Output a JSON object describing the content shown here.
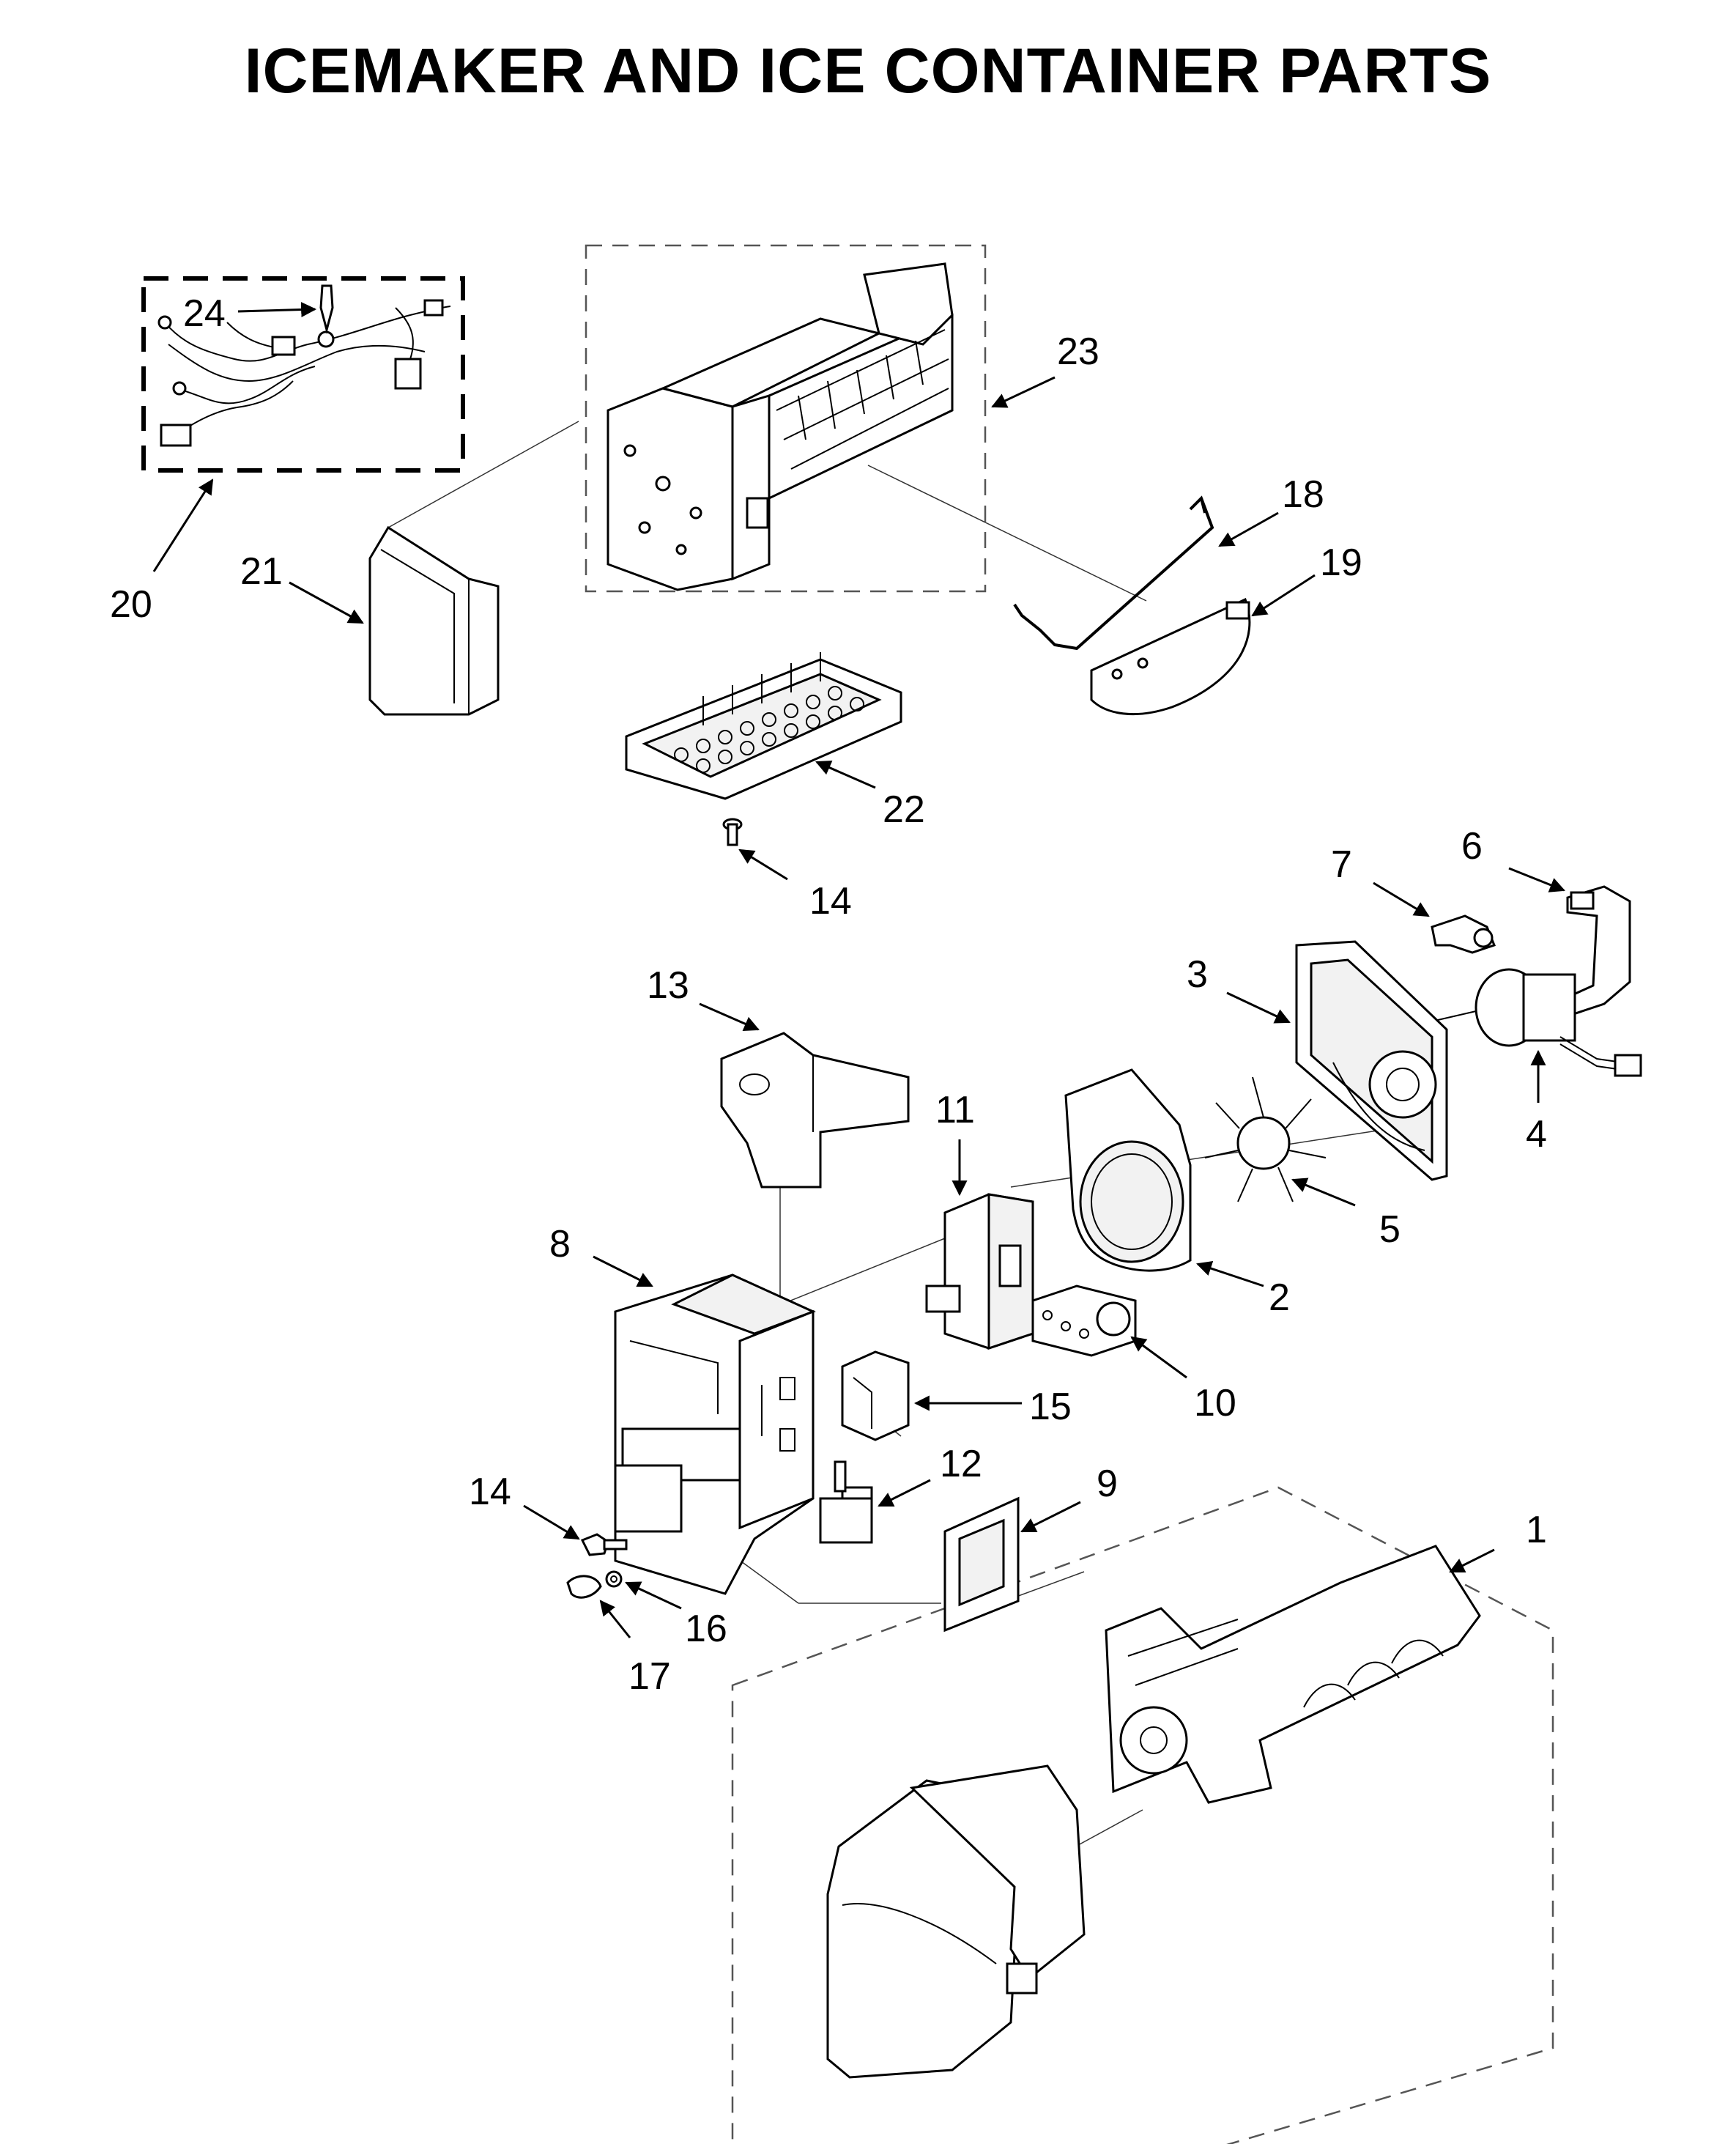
{
  "title": "ICEMAKER AND ICE CONTAINER PARTS",
  "callouts": [
    {
      "id": "c1",
      "label": "1"
    },
    {
      "id": "c2",
      "label": "2"
    },
    {
      "id": "c3",
      "label": "3"
    },
    {
      "id": "c4",
      "label": "4"
    },
    {
      "id": "c5",
      "label": "5"
    },
    {
      "id": "c6",
      "label": "6"
    },
    {
      "id": "c7",
      "label": "7"
    },
    {
      "id": "c8",
      "label": "8"
    },
    {
      "id": "c9",
      "label": "9"
    },
    {
      "id": "c10",
      "label": "10"
    },
    {
      "id": "c11",
      "label": "11"
    },
    {
      "id": "c12",
      "label": "12"
    },
    {
      "id": "c13",
      "label": "13"
    },
    {
      "id": "c14a",
      "label": "14"
    },
    {
      "id": "c14b",
      "label": "14"
    },
    {
      "id": "c15",
      "label": "15"
    },
    {
      "id": "c16",
      "label": "16"
    },
    {
      "id": "c17",
      "label": "17"
    },
    {
      "id": "c18",
      "label": "18"
    },
    {
      "id": "c19",
      "label": "19"
    },
    {
      "id": "c20",
      "label": "20"
    },
    {
      "id": "c21",
      "label": "21"
    },
    {
      "id": "c22",
      "label": "22"
    },
    {
      "id": "c23",
      "label": "23"
    },
    {
      "id": "c24",
      "label": "24"
    }
  ]
}
